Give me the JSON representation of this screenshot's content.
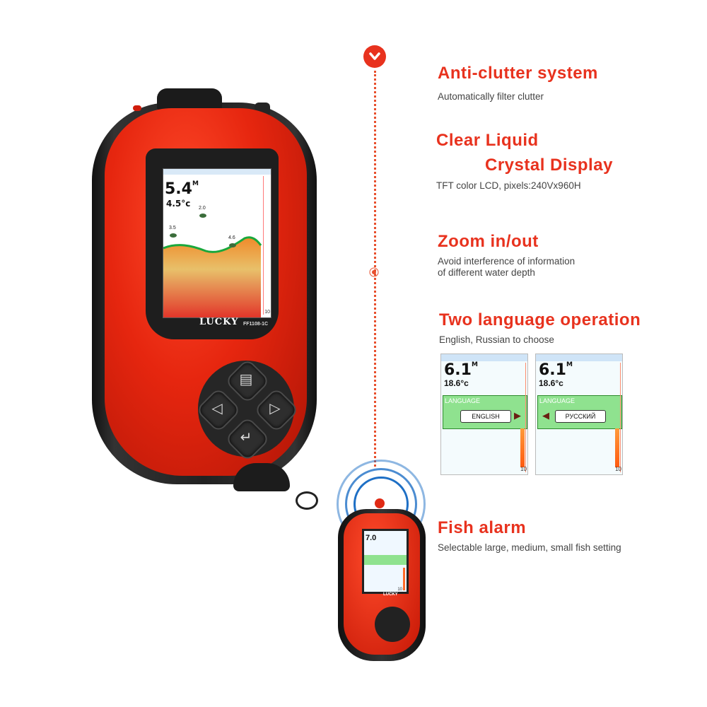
{
  "colors": {
    "accent": "#e8321e",
    "device_red": "#e6260f",
    "sonar_blue": "#1e6fc5"
  },
  "header_icon": "chevron-down-icon",
  "features": [
    {
      "title": "Anti-clutter system",
      "description": "Automatically filter clutter"
    },
    {
      "title_line1": "Clear Liquid",
      "title_line2": "Crystal Display",
      "description": "TFT color LCD, pixels:240Vx960H"
    },
    {
      "title": "Zoom in/out",
      "description_line1": "Avoid interference of information",
      "description_line2": "of different water depth"
    },
    {
      "title": "Two language operation",
      "description": "English, Russian to choose"
    },
    {
      "title": "Fish alarm",
      "description": "Selectable large, medium, small fish setting"
    }
  ],
  "device": {
    "brand": "LUCKY",
    "model": "FF1108-1C",
    "screen": {
      "depth": "5.4",
      "depth_unit": "M",
      "temperature": "4.5°c",
      "fish_marks": [
        "2.0",
        "3.5",
        "4.6"
      ],
      "scale_max": "10"
    }
  },
  "language_screens": [
    {
      "depth": "6.1",
      "depth_unit": "M",
      "temperature": "18.6°c",
      "panel_label": "LANGUAGE",
      "option": "ENGLISH",
      "arrow": "▶",
      "scale_max": "10"
    },
    {
      "depth": "6.1",
      "depth_unit": "M",
      "temperature": "18.6°c",
      "panel_label": "LANGUAGE",
      "option": "РУССКИЙ",
      "arrow": "◀",
      "scale_max": "10"
    }
  ],
  "small_device": {
    "brand": "LUCKY",
    "depth": "7.0",
    "scale_max": "10"
  }
}
